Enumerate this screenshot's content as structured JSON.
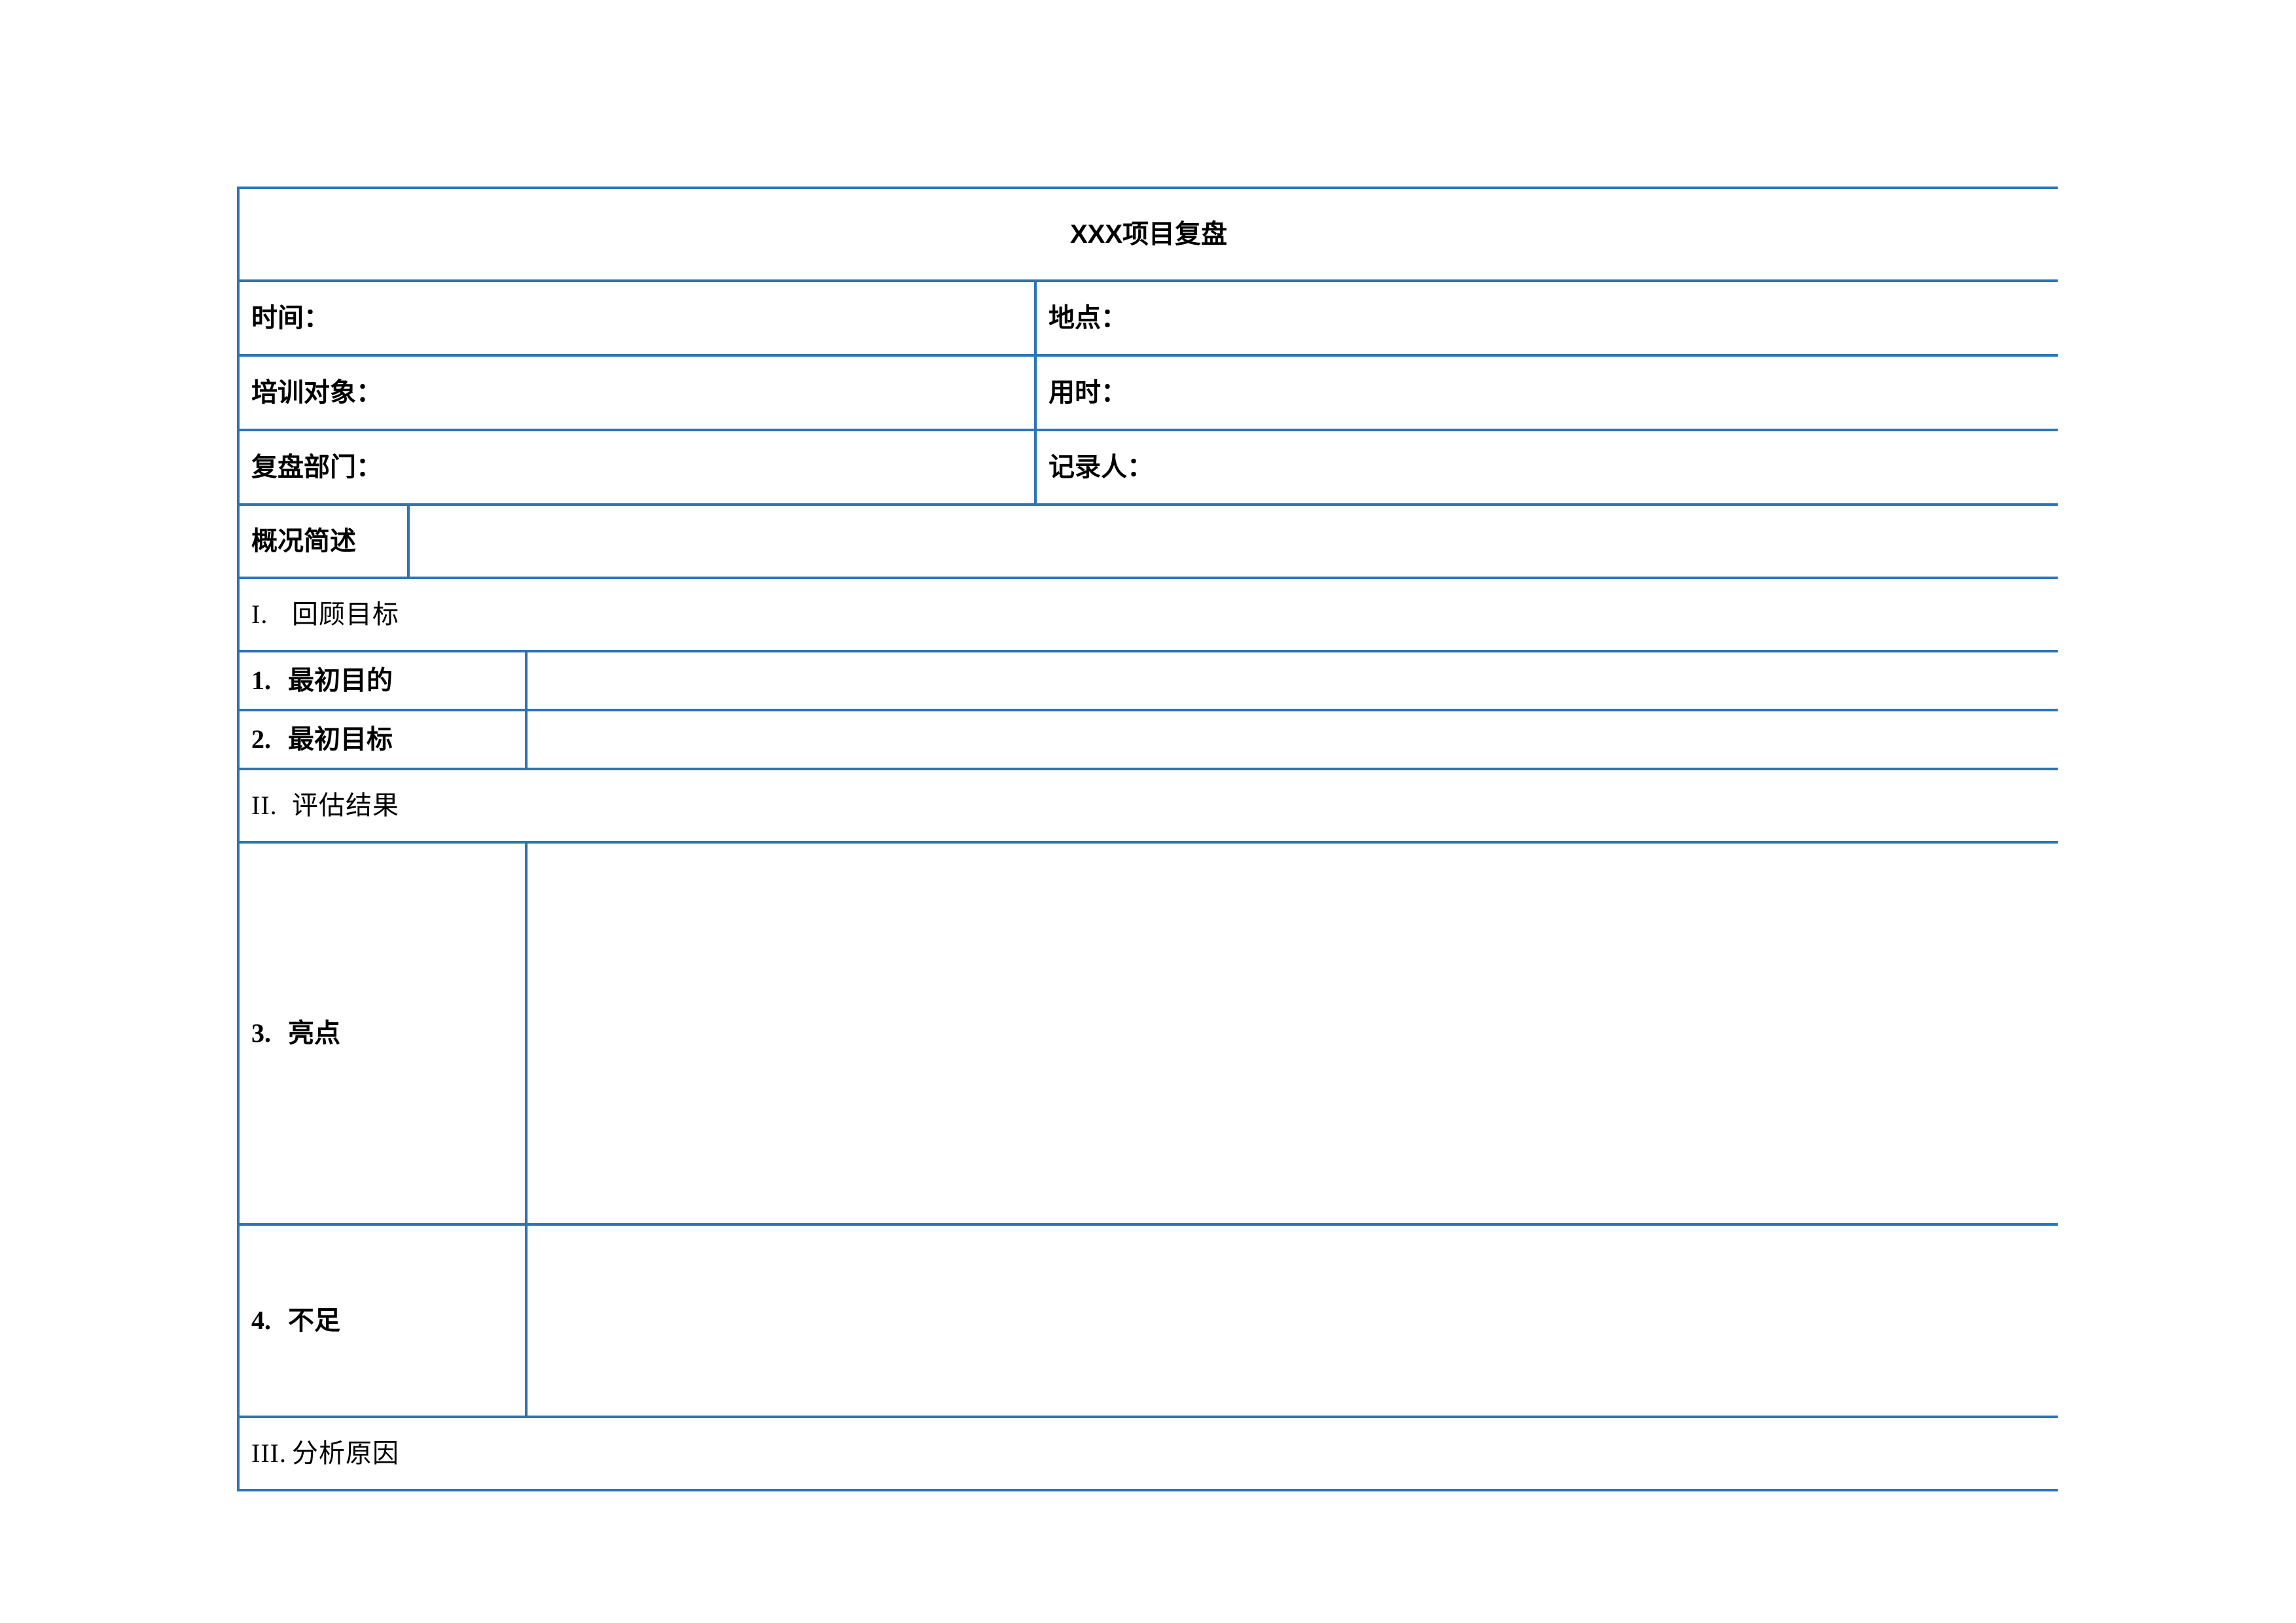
{
  "document": {
    "title": "XXX项目复盘",
    "meta_rows": [
      {
        "left_label": "时间：",
        "left_value": "",
        "right_label": "地点：",
        "right_value": ""
      },
      {
        "left_label": "培训对象：",
        "left_value": "",
        "right_label": "用时：",
        "right_value": ""
      },
      {
        "left_label": "复盘部门：",
        "left_value": "",
        "right_label": "记录人：",
        "right_value": ""
      }
    ],
    "brief": {
      "label": "概况简述",
      "value": ""
    },
    "sections": [
      {
        "numeral": "I.",
        "heading": "回顾目标",
        "items": [
          {
            "num": "1.",
            "label": "最初目的",
            "value": "",
            "size": "small"
          },
          {
            "num": "2.",
            "label": "最初目标",
            "value": "",
            "size": "small"
          }
        ]
      },
      {
        "numeral": "II.",
        "heading": "评估结果",
        "items": [
          {
            "num": "3.",
            "label": "亮点",
            "value": "",
            "size": "large"
          },
          {
            "num": "4.",
            "label": "不足",
            "value": "",
            "size": "medium"
          }
        ]
      },
      {
        "numeral": "III.",
        "heading": "分析原因",
        "items": []
      }
    ]
  },
  "colors": {
    "accent_blue": "#2E74B5",
    "text_black": "#000000",
    "page_white": "#FFFFFF"
  }
}
